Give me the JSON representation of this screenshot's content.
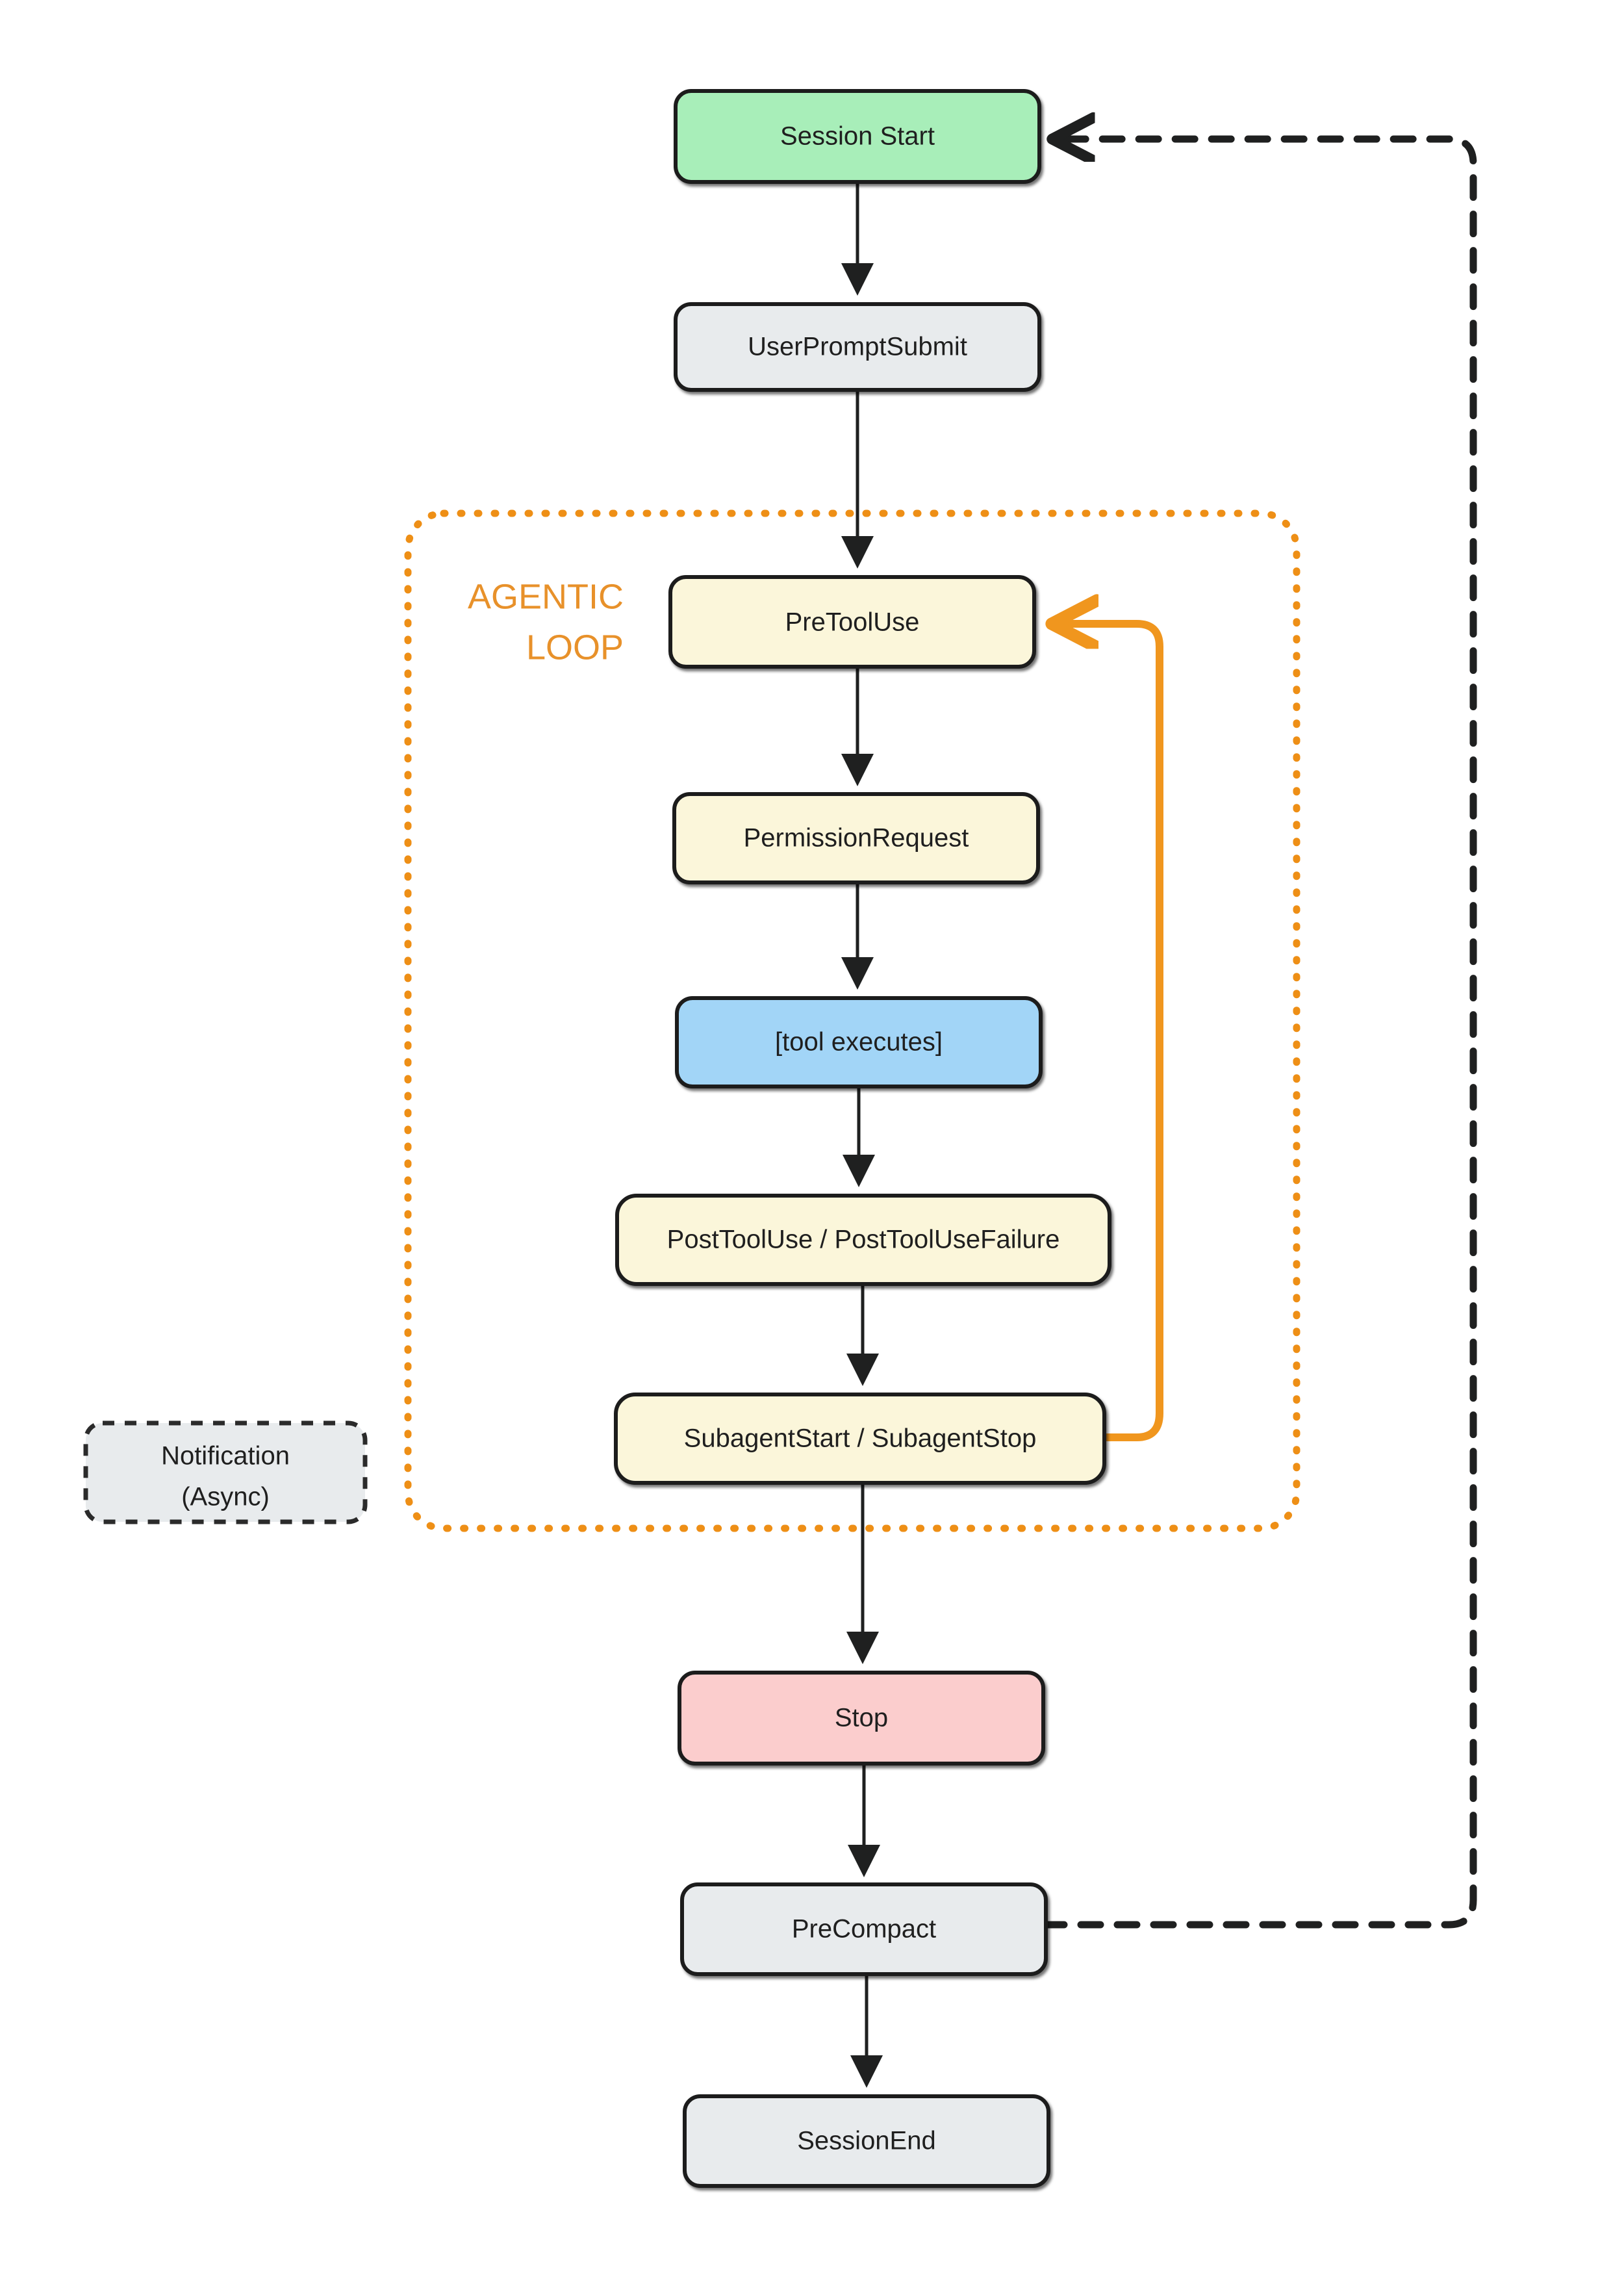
{
  "diagram": {
    "title": "Agent hook lifecycle flowchart",
    "cluster": {
      "label_line1": "AGENTIC",
      "label_line2": "LOOP",
      "color": "#ee8f16"
    },
    "colors": {
      "green_fill": "#a8eeb9",
      "grey_fill": "#e8ebed",
      "cream_fill": "#fbf6da",
      "blue_fill": "#a2d5f7",
      "pink_fill": "#fbcdcd",
      "stroke": "#1a1a1a",
      "orange": "#f0961e",
      "text": "#1f1f1f"
    },
    "nodes": [
      {
        "id": "session-start",
        "label": "Session Start"
      },
      {
        "id": "user-prompt-submit",
        "label": "UserPromptSubmit"
      },
      {
        "id": "pre-tool-use",
        "label": "PreToolUse"
      },
      {
        "id": "permission-request",
        "label": "PermissionRequest"
      },
      {
        "id": "tool-executes",
        "label": "[tool executes]"
      },
      {
        "id": "post-tool-use",
        "label": "PostToolUse / PostToolUseFailure"
      },
      {
        "id": "subagent",
        "label": "SubagentStart / SubagentStop"
      },
      {
        "id": "notification",
        "label_line1": "Notification",
        "label_line2": "(Async)"
      },
      {
        "id": "stop",
        "label": "Stop"
      },
      {
        "id": "pre-compact",
        "label": "PreCompact"
      },
      {
        "id": "session-end",
        "label": "SessionEnd"
      }
    ],
    "edges": [
      {
        "from": "session-start",
        "to": "user-prompt-submit",
        "style": "solid"
      },
      {
        "from": "user-prompt-submit",
        "to": "pre-tool-use",
        "style": "solid"
      },
      {
        "from": "pre-tool-use",
        "to": "permission-request",
        "style": "solid"
      },
      {
        "from": "permission-request",
        "to": "tool-executes",
        "style": "solid"
      },
      {
        "from": "tool-executes",
        "to": "post-tool-use",
        "style": "solid"
      },
      {
        "from": "post-tool-use",
        "to": "subagent",
        "style": "solid"
      },
      {
        "from": "subagent",
        "to": "stop",
        "style": "solid"
      },
      {
        "from": "subagent",
        "to": "pre-tool-use",
        "style": "loop"
      },
      {
        "from": "stop",
        "to": "pre-compact",
        "style": "solid"
      },
      {
        "from": "pre-compact",
        "to": "session-end",
        "style": "solid"
      },
      {
        "from": "pre-compact",
        "to": "session-start",
        "style": "dashed"
      }
    ]
  }
}
